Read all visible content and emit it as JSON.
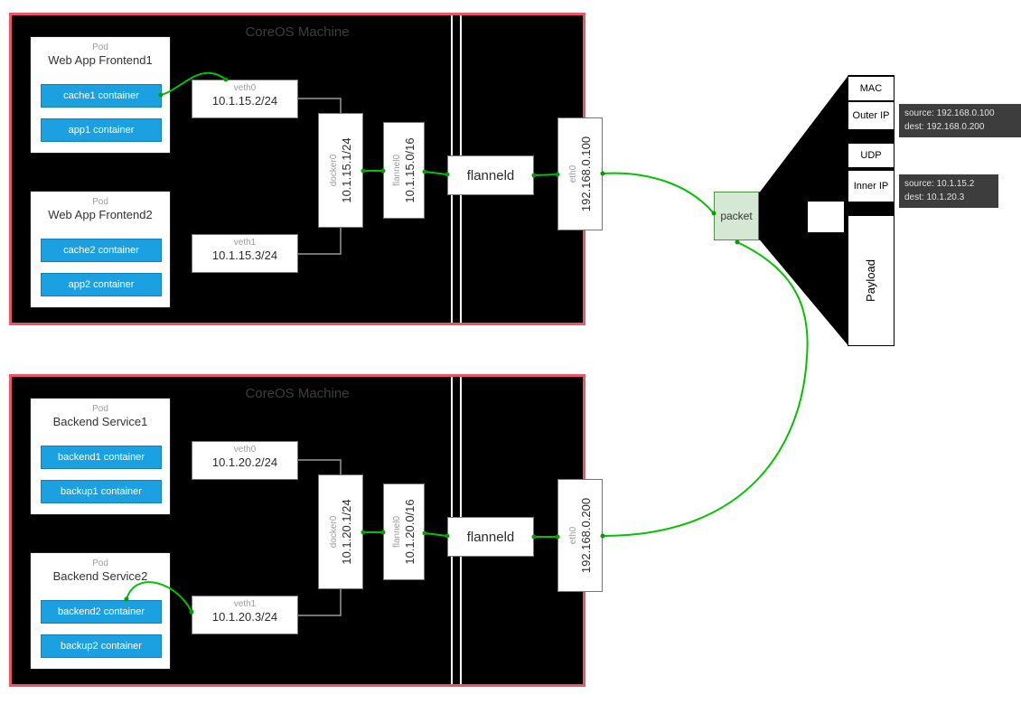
{
  "machines": [
    {
      "title": "CoreOS Machine",
      "pods": [
        {
          "type_label": "Pod",
          "name": "Web App Frontend1",
          "containers": [
            {
              "label": "cache1 container"
            },
            {
              "label": "app1 container"
            }
          ]
        },
        {
          "type_label": "Pod",
          "name": "Web App Frontend2",
          "containers": [
            {
              "label": "cache2 container"
            },
            {
              "label": "app2 container"
            }
          ]
        }
      ],
      "veth0": {
        "label": "veth0",
        "ip": "10.1.15.2/24"
      },
      "veth1": {
        "label": "veth1",
        "ip": "10.1.15.3/24"
      },
      "docker0": {
        "label": "docker0",
        "ip": "10.1.15.1/24"
      },
      "flannel0": {
        "label": "flannel0",
        "ip": "10.1.15.0/16"
      },
      "flanneld_label": "flanneld",
      "eth0": {
        "label": "eth0",
        "ip": "192.168.0.100"
      }
    },
    {
      "title": "CoreOS Machine",
      "pods": [
        {
          "type_label": "Pod",
          "name": "Backend Service1",
          "containers": [
            {
              "label": "backend1 container"
            },
            {
              "label": "backup1 container"
            }
          ]
        },
        {
          "type_label": "Pod",
          "name": "Backend Service2",
          "containers": [
            {
              "label": "backend2 container"
            },
            {
              "label": "backup2 container"
            }
          ]
        }
      ],
      "veth0": {
        "label": "veth0",
        "ip": "10.1.20.2/24"
      },
      "veth1": {
        "label": "veth1",
        "ip": "10.1.20.3/24"
      },
      "docker0": {
        "label": "docker0",
        "ip": "10.1.20.1/24"
      },
      "flannel0": {
        "label": "flannel0",
        "ip": "10.1.20.0/16"
      },
      "flanneld_label": "flanneld",
      "eth0": {
        "label": "eth0",
        "ip": "192.168.0.200"
      }
    }
  ],
  "packet": {
    "label": "packet",
    "layers": {
      "mac": "MAC",
      "outer_ip": "Outer IP",
      "udp": "UDP",
      "inner_ip": "Inner IP",
      "payload": "Payload"
    },
    "outer_ip_note": {
      "source": "source: 192.168.0.100",
      "dest": "dest: 192.168.0.200"
    },
    "inner_ip_note": {
      "source": "source: 10.1.15.2",
      "dest": "dest: 10.1.20.3"
    }
  },
  "colors": {
    "machine_border": "#ed5565",
    "machine_bg": "#000000",
    "container_blue": "#1ba1e2",
    "link_green": "#00c400",
    "packet_fill": "#d5e8d4",
    "note_bg": "#3d3d3d"
  }
}
